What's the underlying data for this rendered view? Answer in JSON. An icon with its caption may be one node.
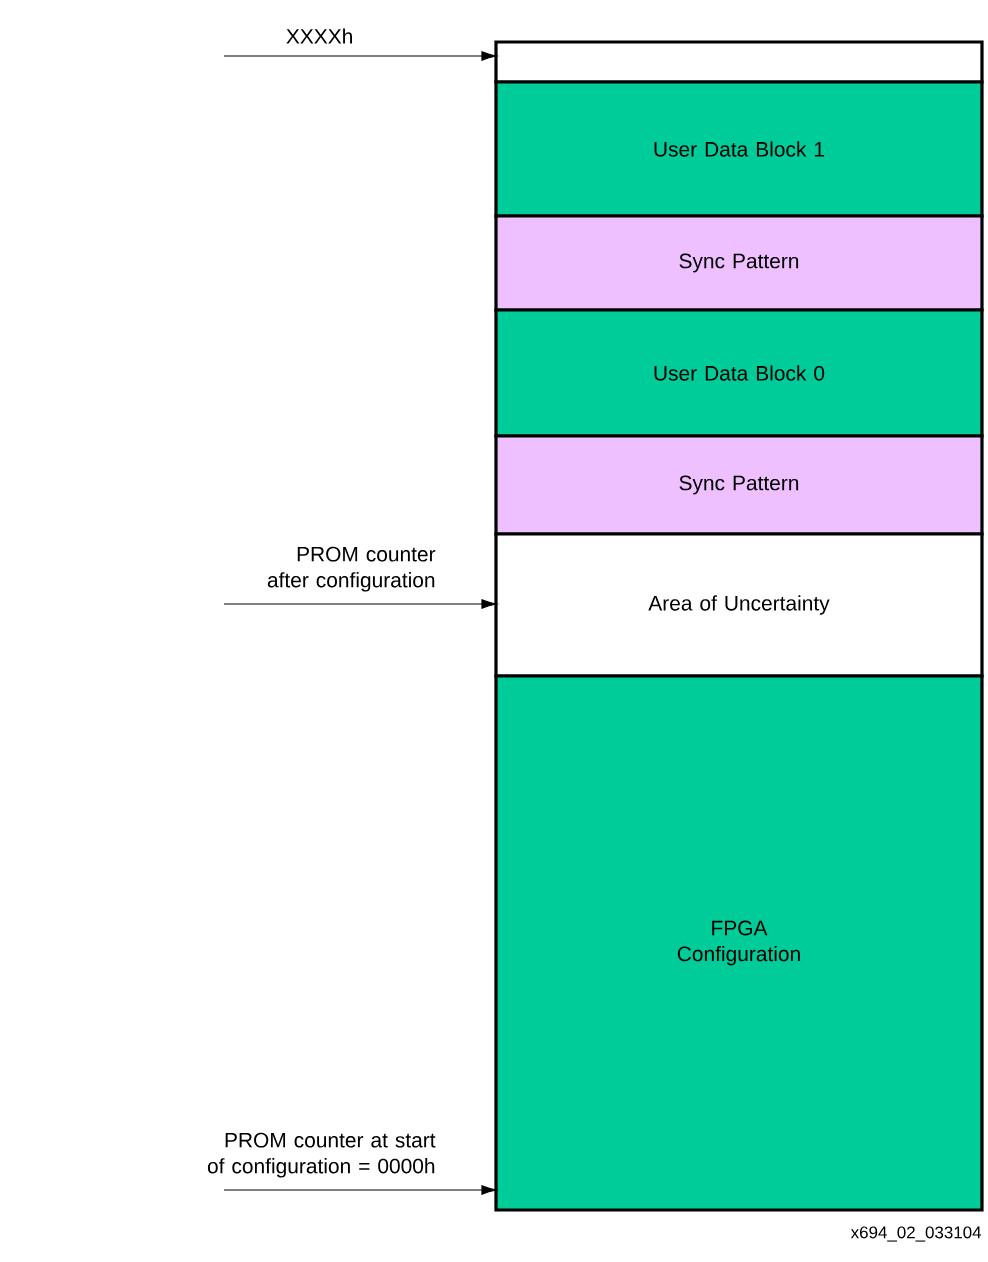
{
  "diagram": {
    "nodes": [
      {
        "text": [
          "XXXXh"
        ]
      },
      {
        "text": [],
        "shape": "box"
      },
      {
        "text": [
          "User Data Block 1"
        ]
      },
      {
        "text": [
          "Sync Pattern"
        ]
      },
      {
        "text": [
          "User Data Block 0"
        ]
      },
      {
        "text": [
          "Sync Pattern"
        ]
      },
      {
        "text": [
          "PROM counter after configuration"
        ]
      },
      {
        "text": [
          "Area of Uncertainty"
        ]
      },
      {
        "text": [
          "FPGA Configuration"
        ]
      },
      {
        "text": [
          "PROM counter at start of configuration = 0000h"
        ]
      }
    ],
    "edges": [
      {
        "from": 0,
        "to": 1,
        "arrow": "to"
      },
      {
        "from": 6,
        "to": 7,
        "arrow": "to"
      },
      {
        "from": 9,
        "to": 8,
        "arrow": "to"
      }
    ],
    "labels": [
      "x694_02_033104"
    ]
  }
}
